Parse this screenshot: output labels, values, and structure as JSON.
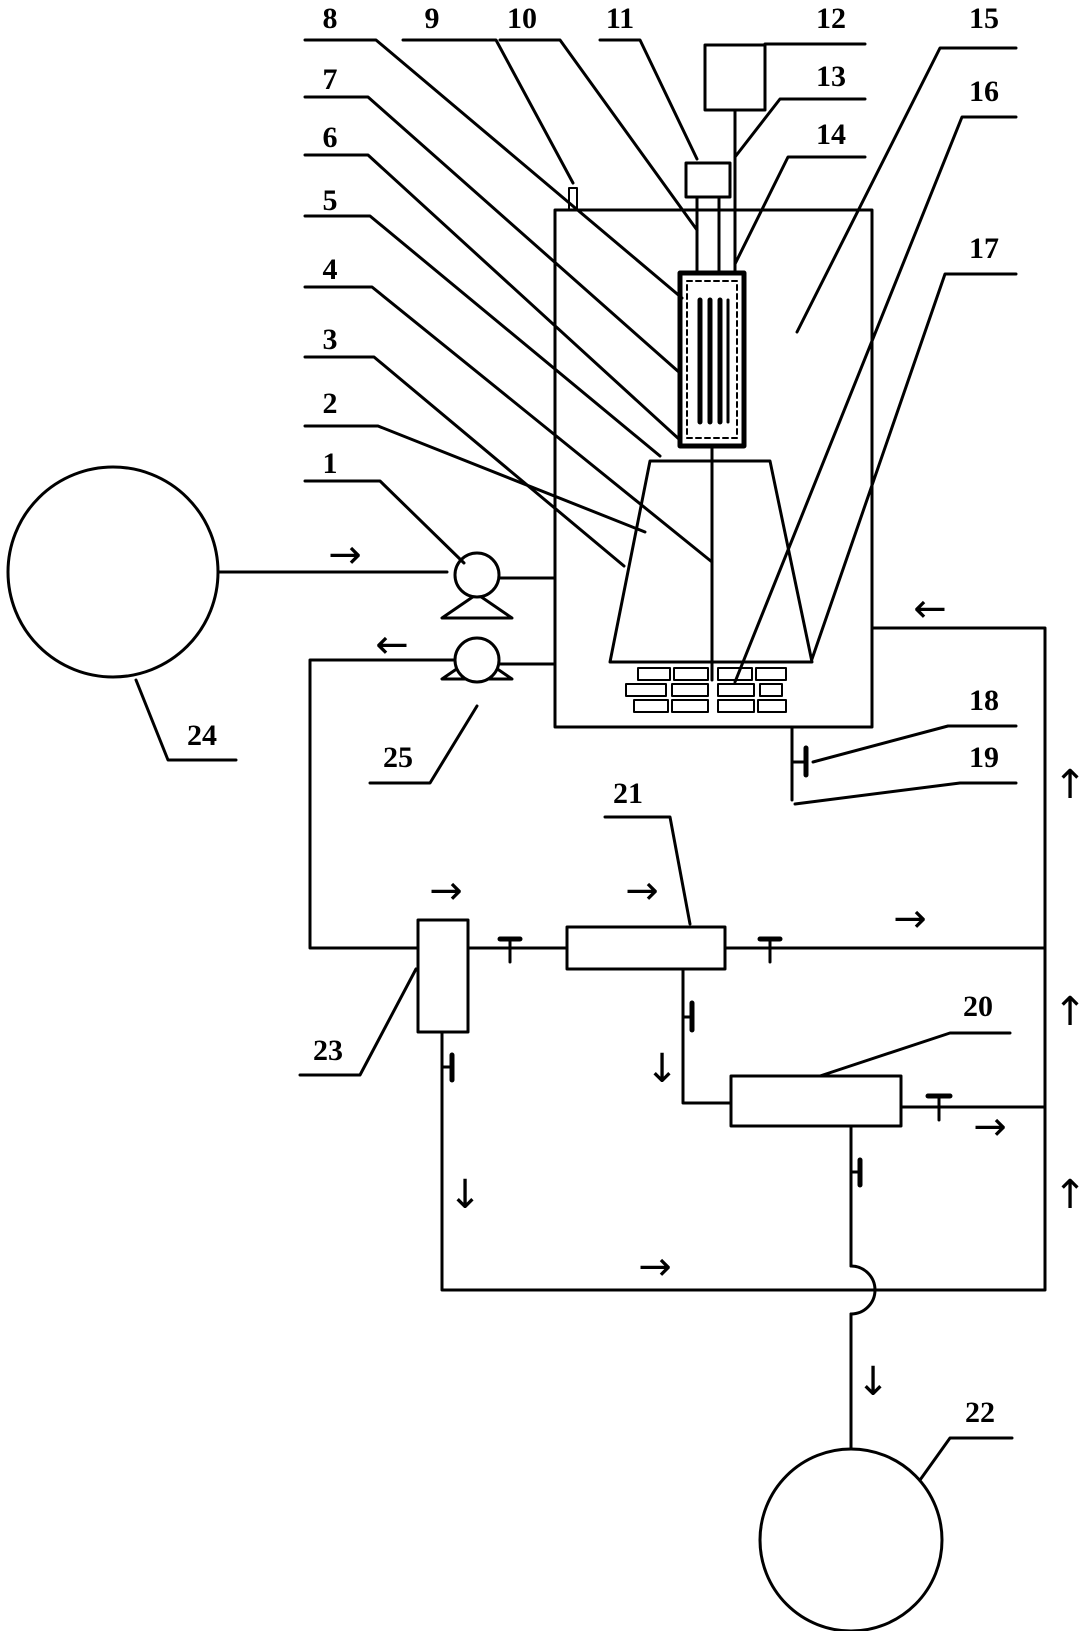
{
  "labels": {
    "l1": "1",
    "l2": "2",
    "l3": "3",
    "l4": "4",
    "l5": "5",
    "l6": "6",
    "l7": "7",
    "l8": "8",
    "l9": "9",
    "l10": "10",
    "l11": "11",
    "l12": "12",
    "l13": "13",
    "l14": "14",
    "l15": "15",
    "l16": "16",
    "l17": "17",
    "l18": "18",
    "l19": "19",
    "l20": "20",
    "l21": "21",
    "l22": "22",
    "l23": "23",
    "l24": "24",
    "l25": "25"
  },
  "arrows": {
    "right": "→",
    "left": "←",
    "up": "↑",
    "down": "↓"
  }
}
